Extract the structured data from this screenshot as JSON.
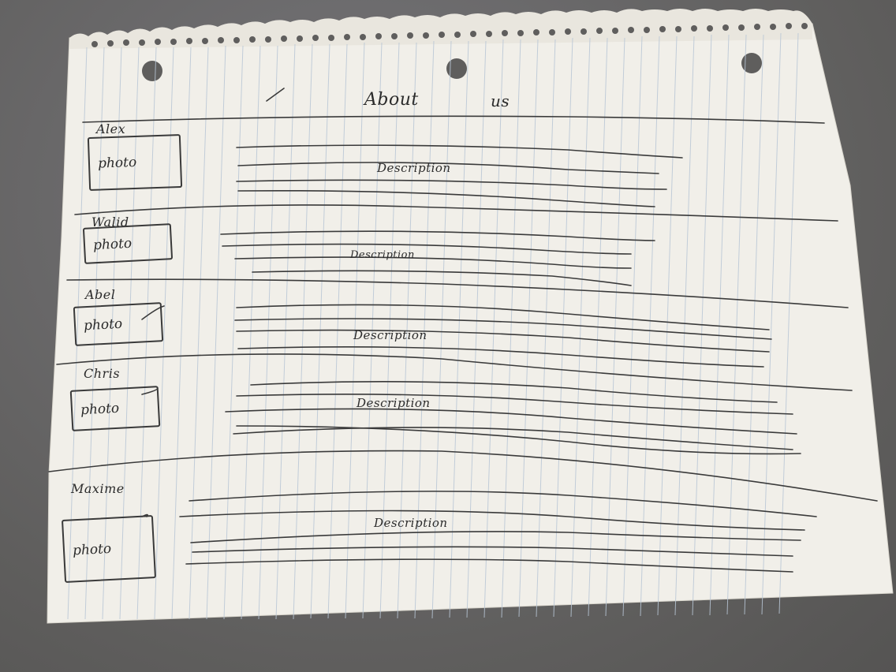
{
  "page": {
    "title_word1": "About",
    "title_word2": "us"
  },
  "members": [
    {
      "name": "Alex",
      "photo_label": "photo",
      "description": "Description"
    },
    {
      "name": "Walid",
      "photo_label": "photo",
      "description": "Description"
    },
    {
      "name": "Abel",
      "photo_label": "photo",
      "description": "Description"
    },
    {
      "name": "Chris",
      "photo_label": "photo",
      "description": "Description"
    },
    {
      "name": "Maxime",
      "photo_label": "photo",
      "description": "Description"
    }
  ],
  "colors": {
    "paper": "#f1efe9",
    "rule_line": "#b9c7d6",
    "ink": "#2b2b2b",
    "desk": "#6b6a68"
  }
}
